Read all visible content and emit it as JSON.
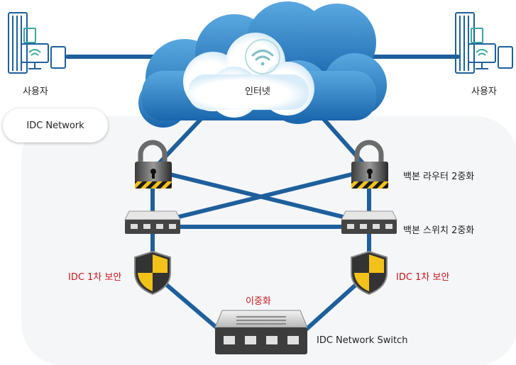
{
  "labels": {
    "user_left": "사용자",
    "user_right": "사용자",
    "internet": "인터넷",
    "idc_network": "IDC Network",
    "router_redundancy": "백본 라우터 2중화",
    "switch_redundancy": "백본 스위치 2중화",
    "security_left": "IDC 1차 보안",
    "security_right": "IDC 1차 보안",
    "duplication": "이중화",
    "idc_switch": "IDC Network Switch"
  },
  "icons": [
    "server-icon",
    "computer-wifi-icon",
    "cloud-icon",
    "wifi-icon",
    "padlock-icon",
    "network-switch-icon",
    "shield-icon"
  ],
  "colors": {
    "link": "#1e5f9c",
    "cloud": "#2f86c8",
    "accent_red": "#c4161c",
    "shield_yellow": "#f2c21b",
    "region_bg": "#f5f6f8"
  }
}
